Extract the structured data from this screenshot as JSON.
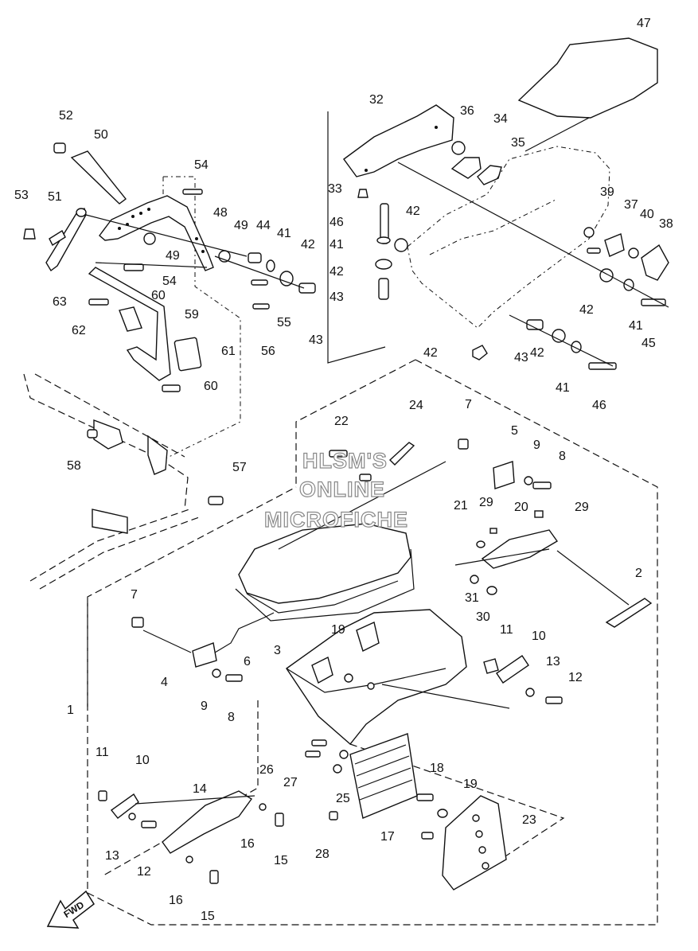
{
  "watermark": {
    "line1": "HLSM'S",
    "line2": "ONLINE",
    "line3": "MICROFICHE"
  },
  "fwd_label": "FWD",
  "callouts": [
    {
      "id": "c1",
      "label": "1"
    },
    {
      "id": "c2",
      "label": "2"
    },
    {
      "id": "c3",
      "label": "3"
    },
    {
      "id": "c4",
      "label": "4"
    },
    {
      "id": "c5",
      "label": "5"
    },
    {
      "id": "c6",
      "label": "6"
    },
    {
      "id": "c7a",
      "label": "7"
    },
    {
      "id": "c7b",
      "label": "7"
    },
    {
      "id": "c8a",
      "label": "8"
    },
    {
      "id": "c8b",
      "label": "8"
    },
    {
      "id": "c9a",
      "label": "9"
    },
    {
      "id": "c9b",
      "label": "9"
    },
    {
      "id": "c10a",
      "label": "10"
    },
    {
      "id": "c10b",
      "label": "10"
    },
    {
      "id": "c11a",
      "label": "11"
    },
    {
      "id": "c11b",
      "label": "11"
    },
    {
      "id": "c12a",
      "label": "12"
    },
    {
      "id": "c12b",
      "label": "12"
    },
    {
      "id": "c13a",
      "label": "13"
    },
    {
      "id": "c13b",
      "label": "13"
    },
    {
      "id": "c14",
      "label": "14"
    },
    {
      "id": "c15a",
      "label": "15"
    },
    {
      "id": "c15b",
      "label": "15"
    },
    {
      "id": "c16a",
      "label": "16"
    },
    {
      "id": "c16b",
      "label": "16"
    },
    {
      "id": "c17",
      "label": "17"
    },
    {
      "id": "c18",
      "label": "18"
    },
    {
      "id": "c19a",
      "label": "19"
    },
    {
      "id": "c19b",
      "label": "19"
    },
    {
      "id": "c20",
      "label": "20"
    },
    {
      "id": "c21",
      "label": "21"
    },
    {
      "id": "c22",
      "label": "22"
    },
    {
      "id": "c23",
      "label": "23"
    },
    {
      "id": "c24",
      "label": "24"
    },
    {
      "id": "c25",
      "label": "25"
    },
    {
      "id": "c26",
      "label": "26"
    },
    {
      "id": "c27",
      "label": "27"
    },
    {
      "id": "c28",
      "label": "28"
    },
    {
      "id": "c29a",
      "label": "29"
    },
    {
      "id": "c29b",
      "label": "29"
    },
    {
      "id": "c30",
      "label": "30"
    },
    {
      "id": "c31",
      "label": "31"
    },
    {
      "id": "c32",
      "label": "32"
    },
    {
      "id": "c33",
      "label": "33"
    },
    {
      "id": "c34",
      "label": "34"
    },
    {
      "id": "c35",
      "label": "35"
    },
    {
      "id": "c36",
      "label": "36"
    },
    {
      "id": "c37",
      "label": "37"
    },
    {
      "id": "c38",
      "label": "38"
    },
    {
      "id": "c39",
      "label": "39"
    },
    {
      "id": "c40",
      "label": "40"
    },
    {
      "id": "c41a",
      "label": "41"
    },
    {
      "id": "c41b",
      "label": "41"
    },
    {
      "id": "c41c",
      "label": "41"
    },
    {
      "id": "c41d",
      "label": "41"
    },
    {
      "id": "c42a",
      "label": "42"
    },
    {
      "id": "c42b",
      "label": "42"
    },
    {
      "id": "c42c",
      "label": "42"
    },
    {
      "id": "c42d",
      "label": "42"
    },
    {
      "id": "c42e",
      "label": "42"
    },
    {
      "id": "c42f",
      "label": "42"
    },
    {
      "id": "c43a",
      "label": "43"
    },
    {
      "id": "c43b",
      "label": "43"
    },
    {
      "id": "c43c",
      "label": "43"
    },
    {
      "id": "c44",
      "label": "44"
    },
    {
      "id": "c45",
      "label": "45"
    },
    {
      "id": "c46a",
      "label": "46"
    },
    {
      "id": "c46b",
      "label": "46"
    },
    {
      "id": "c47",
      "label": "47"
    },
    {
      "id": "c48",
      "label": "48"
    },
    {
      "id": "c49a",
      "label": "49"
    },
    {
      "id": "c49b",
      "label": "49"
    },
    {
      "id": "c50",
      "label": "50"
    },
    {
      "id": "c51",
      "label": "51"
    },
    {
      "id": "c52",
      "label": "52"
    },
    {
      "id": "c53",
      "label": "53"
    },
    {
      "id": "c54a",
      "label": "54"
    },
    {
      "id": "c54b",
      "label": "54"
    },
    {
      "id": "c55",
      "label": "55"
    },
    {
      "id": "c56",
      "label": "56"
    },
    {
      "id": "c57",
      "label": "57"
    },
    {
      "id": "c58",
      "label": "58"
    },
    {
      "id": "c59",
      "label": "59"
    },
    {
      "id": "c60a",
      "label": "60"
    },
    {
      "id": "c60b",
      "label": "60"
    },
    {
      "id": "c61",
      "label": "61"
    },
    {
      "id": "c62",
      "label": "62"
    },
    {
      "id": "c63",
      "label": "63"
    }
  ]
}
